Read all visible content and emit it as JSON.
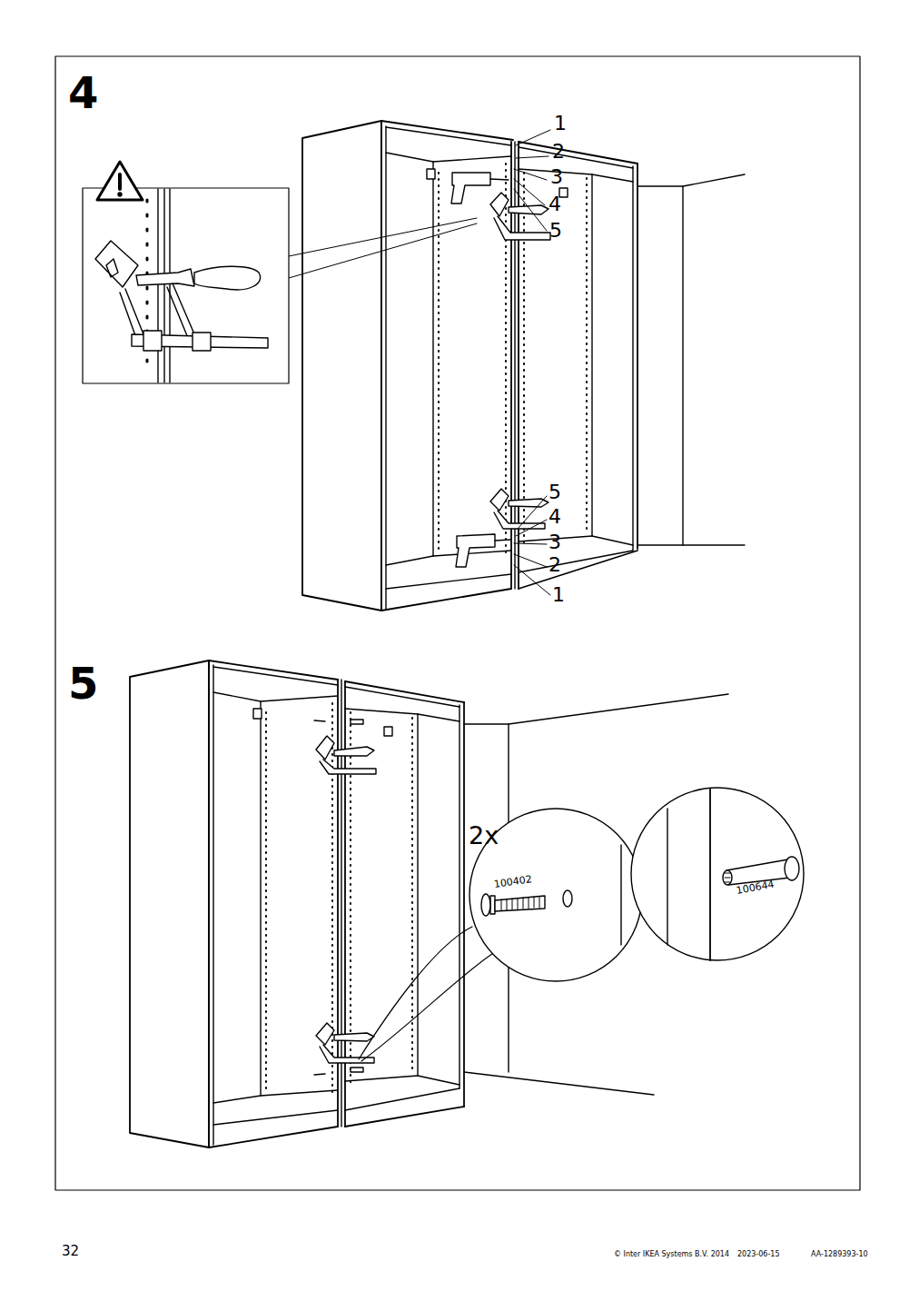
{
  "diagram": {
    "labels": [
      "4",
      "1",
      "2",
      "3",
      "4",
      "5",
      "5",
      "4",
      "3",
      "2",
      "1",
      "5",
      "2x",
      "100402",
      "100644",
      "32",
      "© Inter IKEA Systems B.V. 2014",
      "2023-06-15",
      "AA-1289393-10"
    ]
  }
}
